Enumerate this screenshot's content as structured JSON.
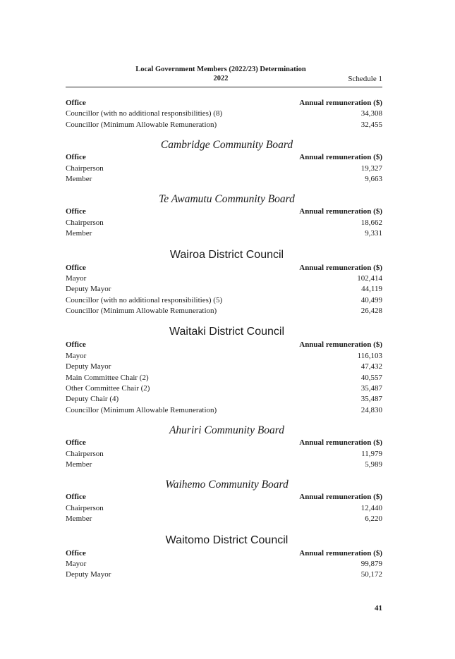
{
  "header": {
    "title": "Local Government Members (2022/23) Determination",
    "year": "2022",
    "schedule": "Schedule 1"
  },
  "columns": {
    "office": "Office",
    "remuneration": "Annual remuneration ($)"
  },
  "sections": [
    {
      "title": "",
      "style": "none",
      "rows": [
        [
          "Councillor (with no additional responsibilities) (8)",
          "34,308"
        ],
        [
          "Councillor (Minimum Allowable Remuneration)",
          "32,455"
        ]
      ]
    },
    {
      "title": "Cambridge Community Board",
      "style": "italic",
      "rows": [
        [
          "Chairperson",
          "19,327"
        ],
        [
          "Member",
          "9,663"
        ]
      ]
    },
    {
      "title": "Te Awamutu Community Board",
      "style": "italic",
      "rows": [
        [
          "Chairperson",
          "18,662"
        ],
        [
          "Member",
          "9,331"
        ]
      ]
    },
    {
      "title": "Wairoa District Council",
      "style": "plain",
      "rows": [
        [
          "Mayor",
          "102,414"
        ],
        [
          "Deputy Mayor",
          "44,119"
        ],
        [
          "Councillor (with no additional responsibilities) (5)",
          "40,499"
        ],
        [
          "Councillor (Minimum Allowable Remuneration)",
          "26,428"
        ]
      ]
    },
    {
      "title": "Waitaki District Council",
      "style": "plain",
      "rows": [
        [
          "Mayor",
          "116,103"
        ],
        [
          "Deputy Mayor",
          "47,432"
        ],
        [
          "Main Committee Chair (2)",
          "40,557"
        ],
        [
          "Other Committee Chair (2)",
          "35,487"
        ],
        [
          "Deputy Chair (4)",
          "35,487"
        ],
        [
          "Councillor (Minimum Allowable Remuneration)",
          "24,830"
        ]
      ]
    },
    {
      "title": "Ahuriri Community Board",
      "style": "italic",
      "rows": [
        [
          "Chairperson",
          "11,979"
        ],
        [
          "Member",
          "5,989"
        ]
      ]
    },
    {
      "title": "Waihemo Community Board",
      "style": "italic",
      "rows": [
        [
          "Chairperson",
          "12,440"
        ],
        [
          "Member",
          "6,220"
        ]
      ]
    },
    {
      "title": "Waitomo District Council",
      "style": "plain",
      "rows": [
        [
          "Mayor",
          "99,879"
        ],
        [
          "Deputy Mayor",
          "50,172"
        ]
      ]
    }
  ],
  "page_number": "41"
}
